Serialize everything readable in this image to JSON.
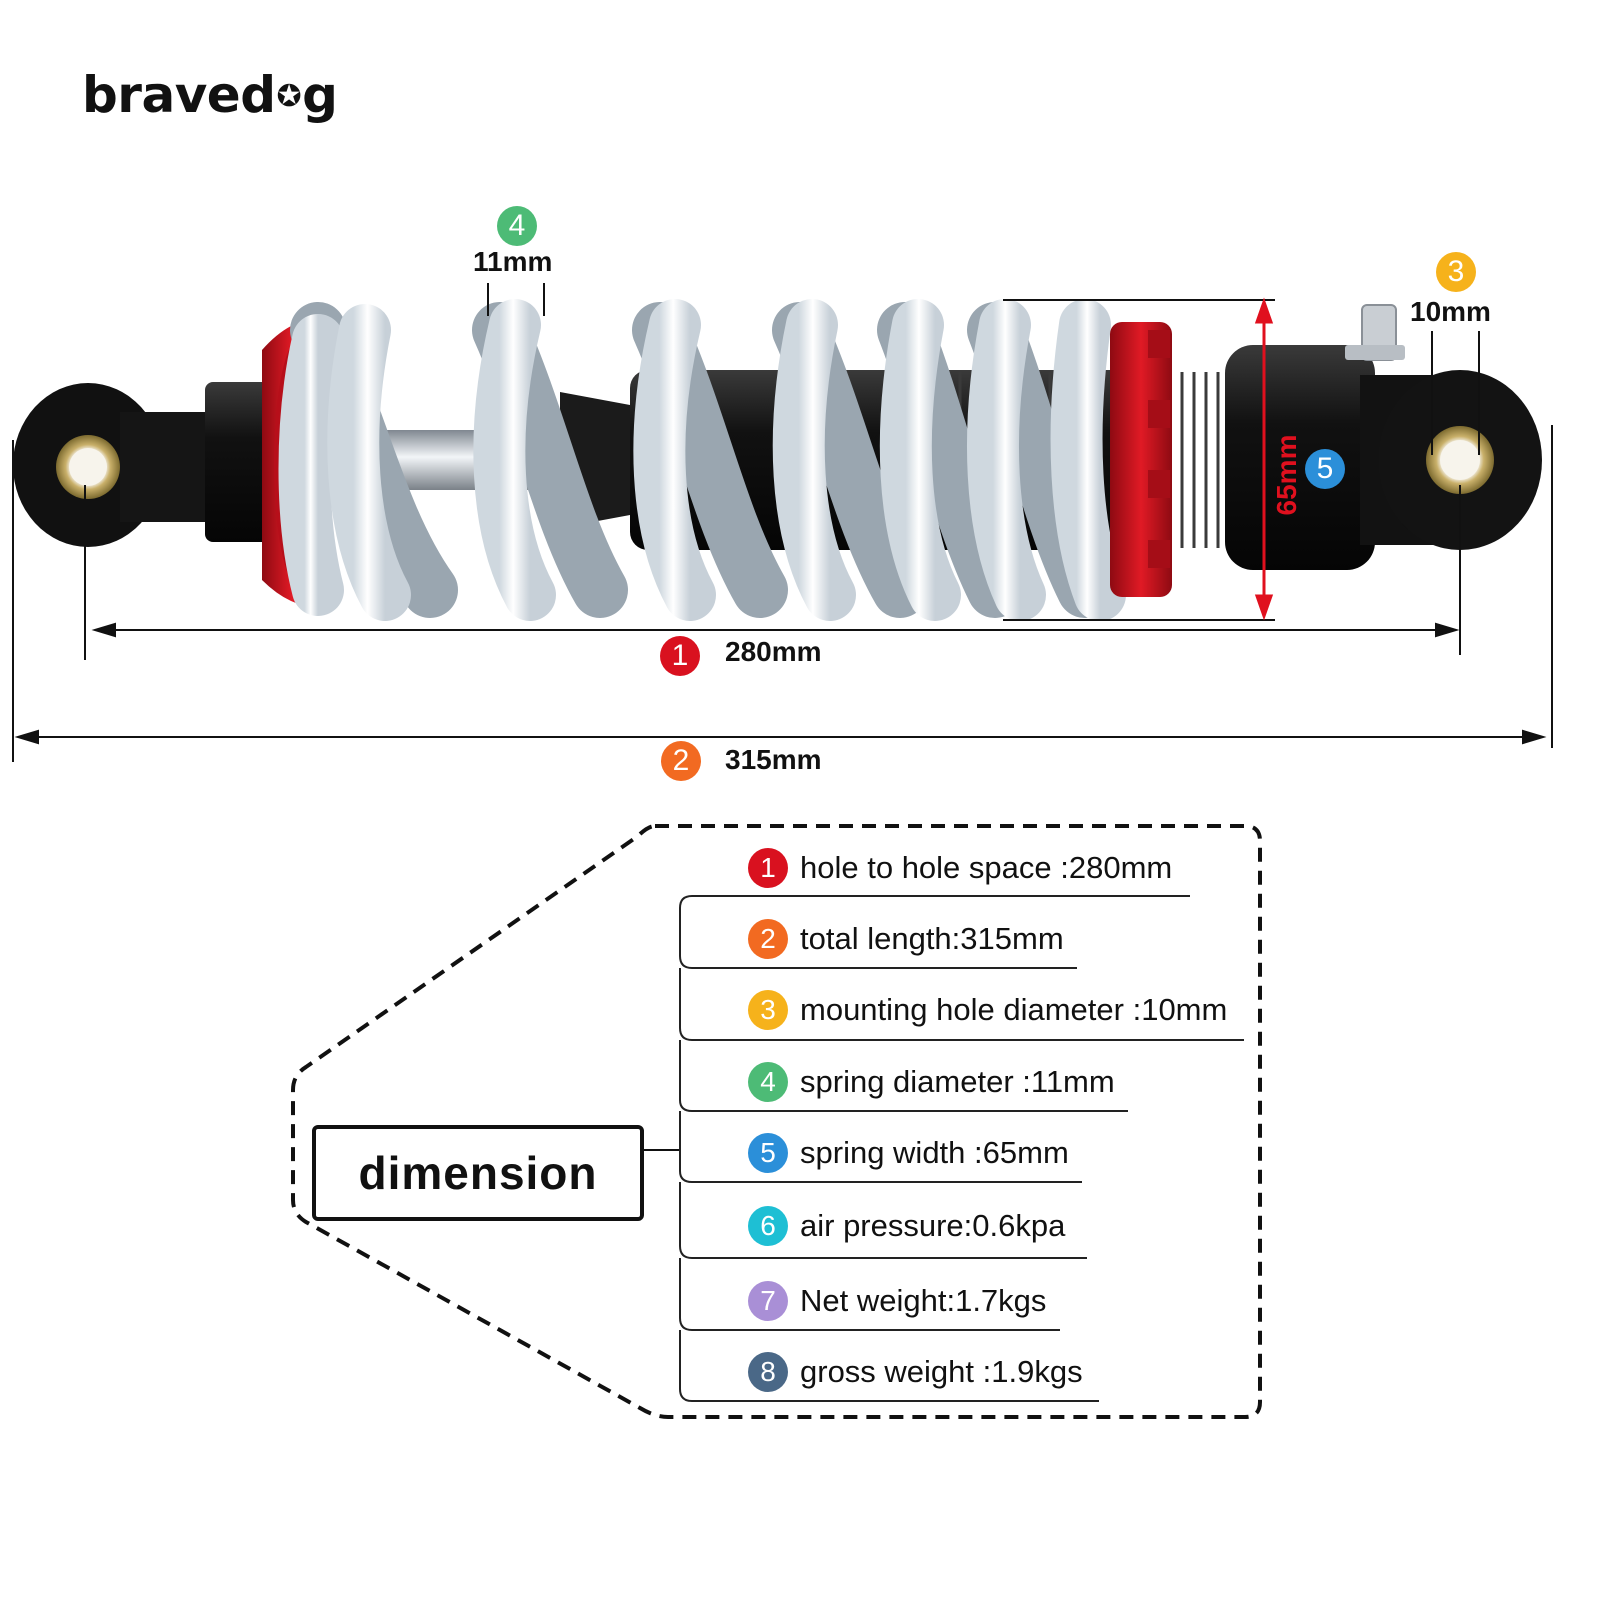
{
  "brand": {
    "name_part1": "braved",
    "star_glyph": "✪",
    "name_part2": "g"
  },
  "measurements": {
    "m1": {
      "number": "1",
      "label": "280mm"
    },
    "m2": {
      "number": "2",
      "label": "315mm"
    },
    "m3": {
      "number": "3",
      "label": "10mm"
    },
    "m4": {
      "number": "4",
      "label": "11mm"
    },
    "m5": {
      "number": "5",
      "label": "65mm"
    }
  },
  "dimension_title": "dimension",
  "specs": [
    {
      "number": "1",
      "text": "hole to hole space :280mm",
      "color": "#d9111f"
    },
    {
      "number": "2",
      "text": "total length:315mm",
      "color": "#f26a21"
    },
    {
      "number": "3",
      "text": "mounting hole diameter :10mm",
      "color": "#f6b21b"
    },
    {
      "number": "4",
      "text": "spring diameter :11mm",
      "color": "#4dbb76"
    },
    {
      "number": "5",
      "text": "spring width :65mm",
      "color": "#2b8fd9"
    },
    {
      "number": "6",
      "text": "air pressure:0.6kpa",
      "color": "#1ebfd4"
    },
    {
      "number": "7",
      "text": "Net weight:1.7kgs",
      "color": "#a98fd6"
    },
    {
      "number": "8",
      "text": "gross weight :1.9kgs",
      "color": "#4a6887"
    }
  ],
  "colors": {
    "spring": "#eef3f7",
    "body": "#141414",
    "accent_red": "#d0121f",
    "arrow_red": "#e0101e"
  }
}
